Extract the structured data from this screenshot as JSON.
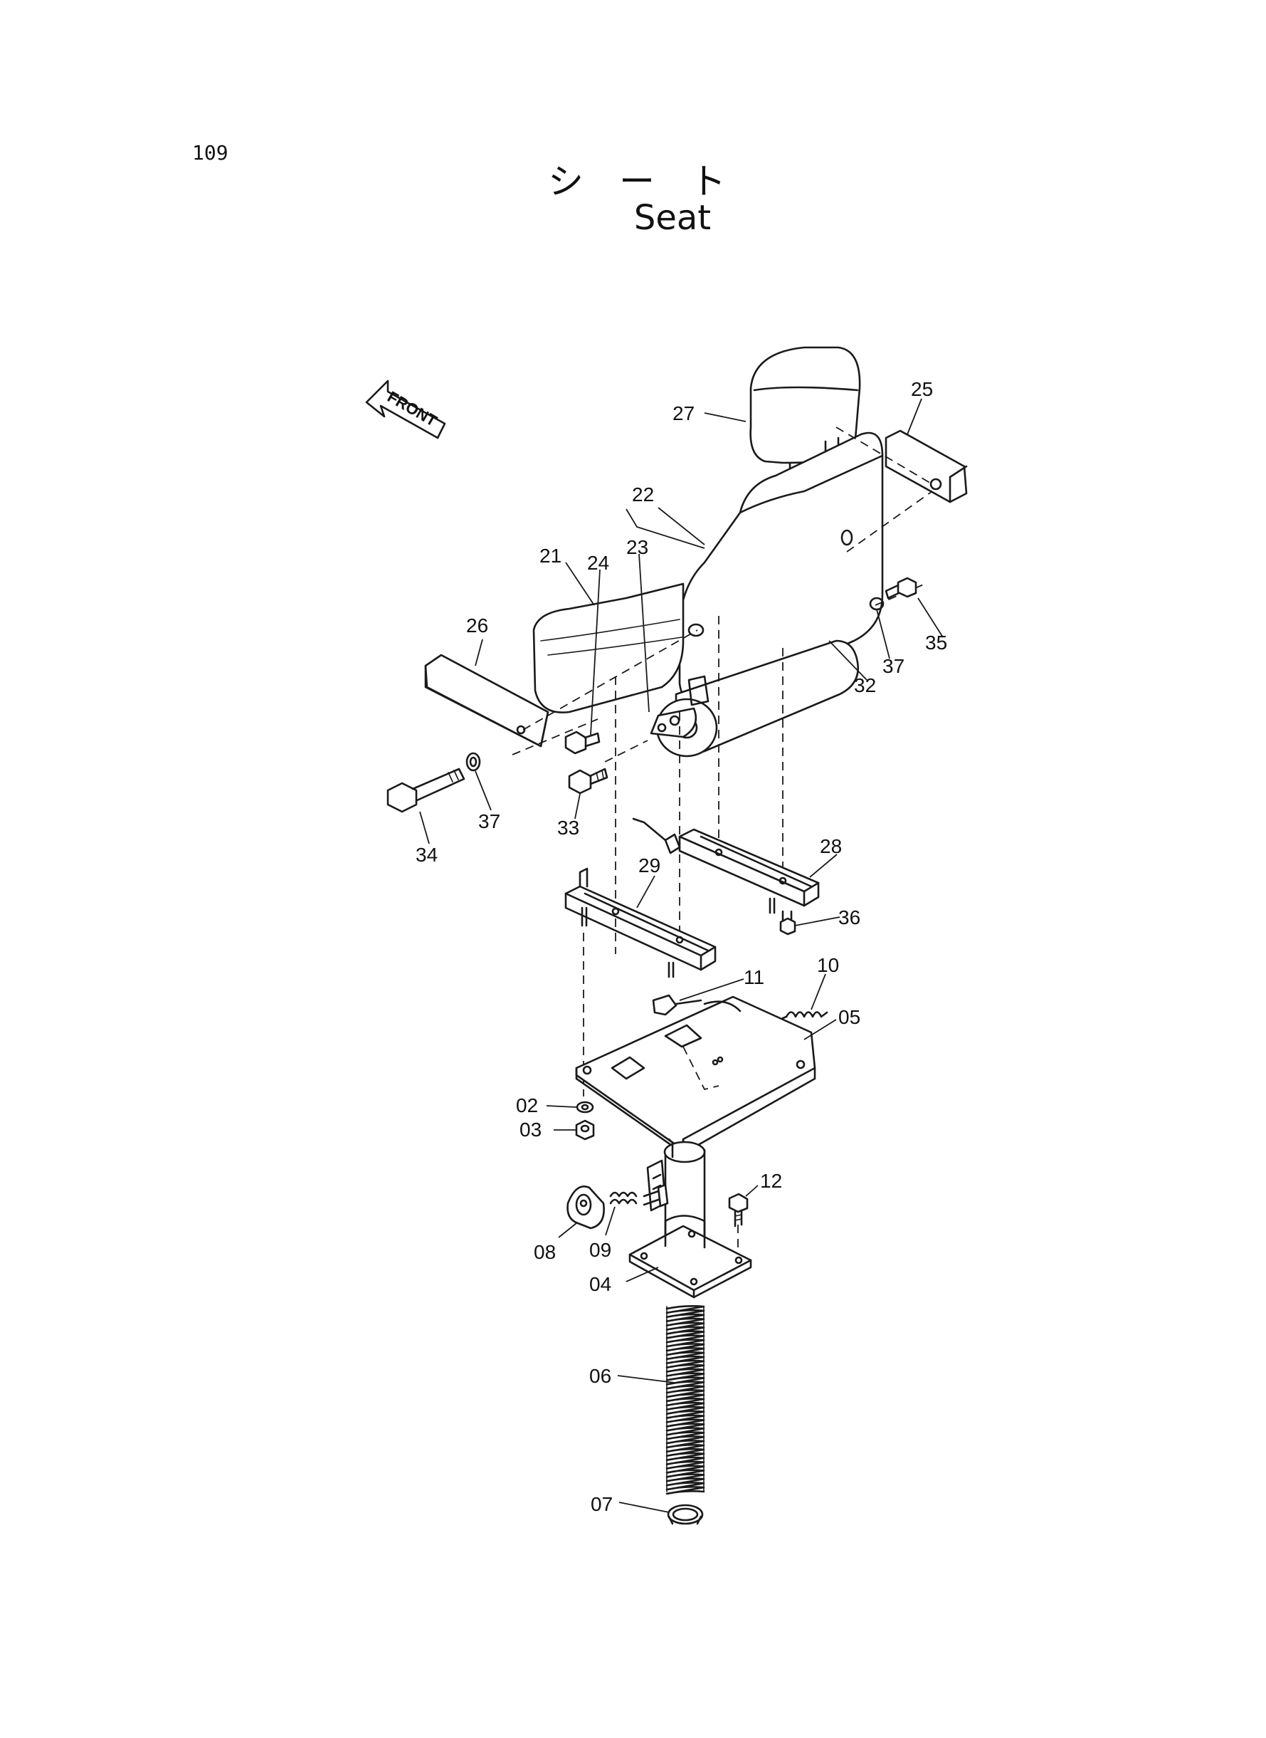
{
  "page_number": "109",
  "title_jp": "シ　ー　ト",
  "title_en": "Seat",
  "front_marker": "FRONT",
  "callouts": [
    "02",
    "03",
    "04",
    "05",
    "06",
    "07",
    "08",
    "09",
    "10",
    "11",
    "12",
    "21",
    "22",
    "23",
    "24",
    "25",
    "26",
    "27",
    "28",
    "29",
    "32",
    "33",
    "34",
    "35",
    "36",
    "37",
    "37"
  ]
}
